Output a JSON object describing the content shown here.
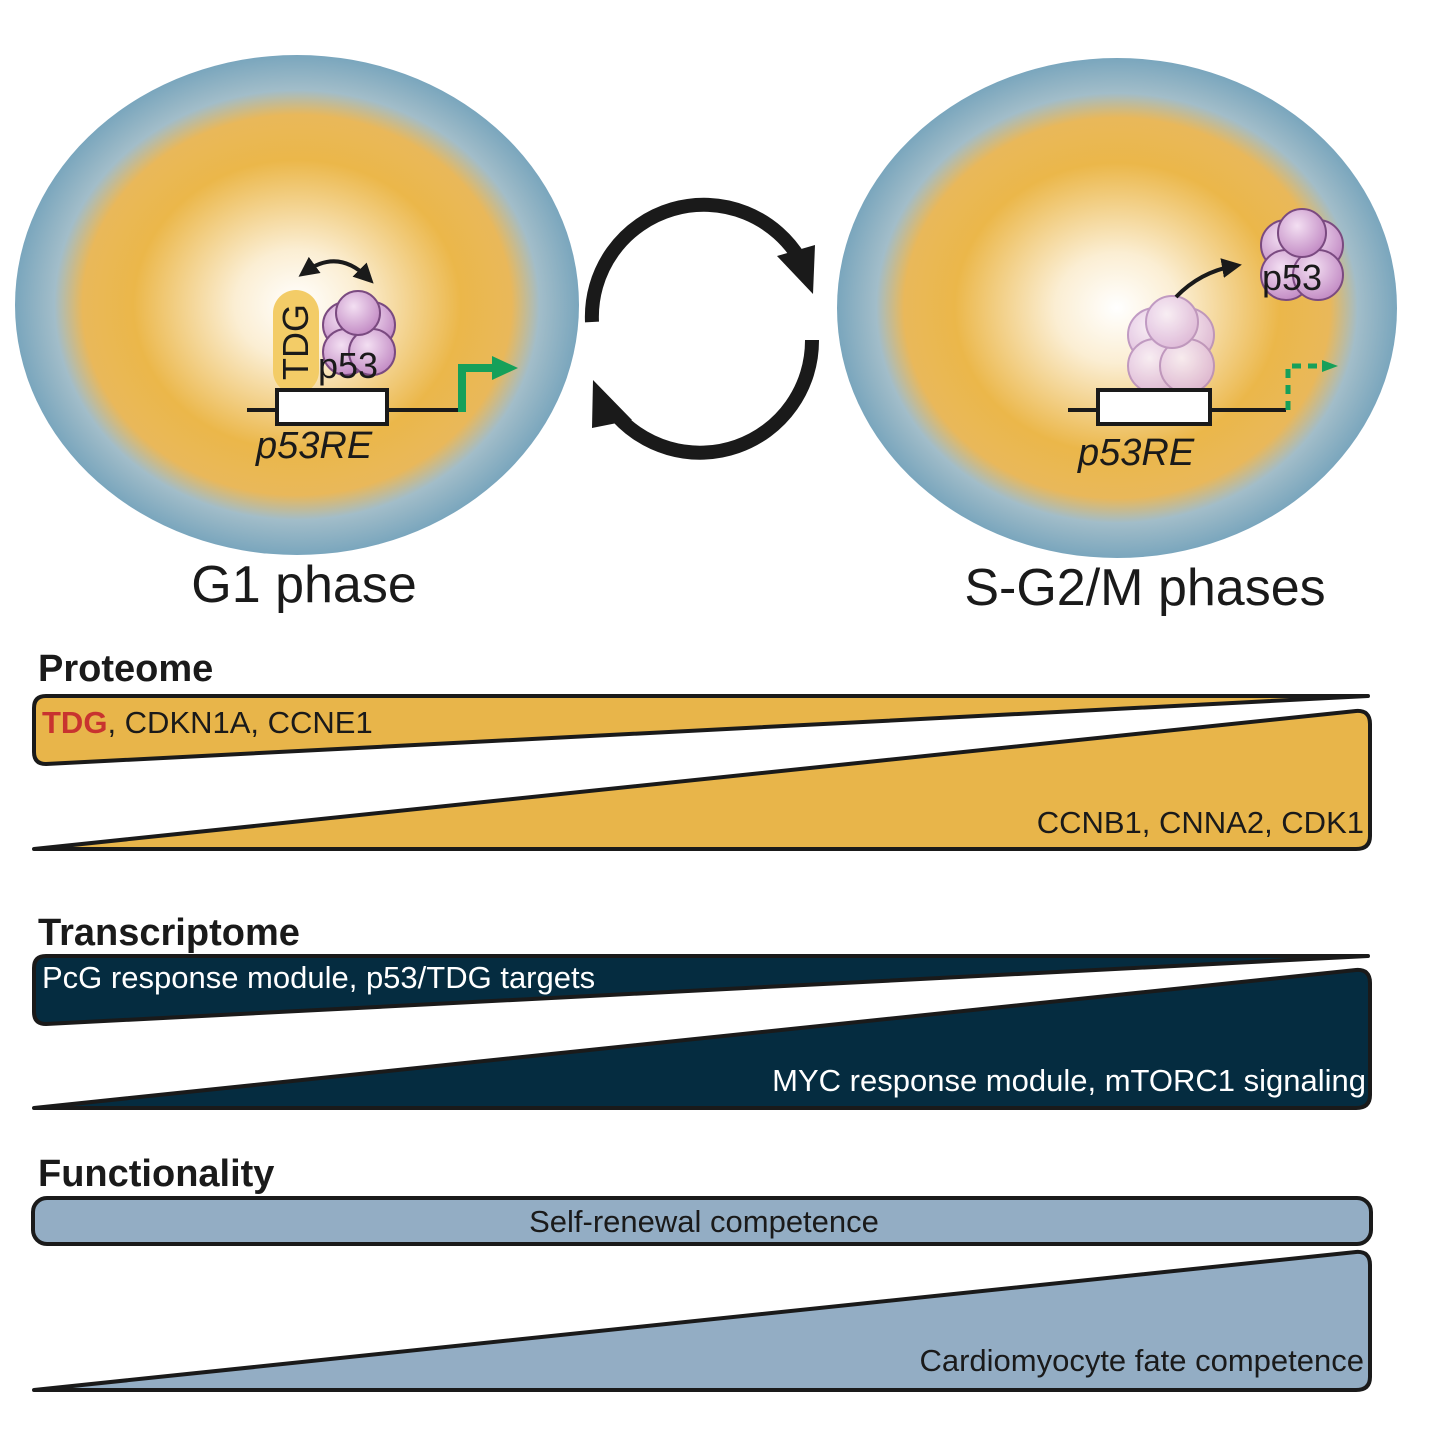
{
  "cells": {
    "g1": {
      "phase_label": "G1 phase",
      "tdg_label": "TDG",
      "p53_label": "p53",
      "element_label": "p53RE"
    },
    "sg2m": {
      "phase_label": "S-G2/M phases",
      "p53_label": "p53",
      "element_label": "p53RE"
    }
  },
  "sections": {
    "proteome": {
      "heading": "Proteome",
      "decreasing_highlight": "TDG",
      "decreasing_rest": ", CDKN1A, CCNE1",
      "increasing_label": "CCNB1, CNNA2, CDK1"
    },
    "transcriptome": {
      "heading": "Transcriptome",
      "decreasing_label": "PcG response module, p53/TDG targets",
      "increasing_label": "MYC response module, mTORC1 signaling"
    },
    "functionality": {
      "heading": "Functionality",
      "constant_label": "Self-renewal competence",
      "increasing_label": "Cardiomyocyte fate competence"
    }
  },
  "colors": {
    "cell_blue": "#7fa9c0",
    "nucleus_orange": "#ebb74a",
    "proteome_fill": "#e8b54a",
    "transcriptome_fill": "#052c40",
    "functionality_fill": "#93adc4",
    "tdg_red": "#c8332f",
    "active_arrow_green": "#16a05a",
    "p53_purple": "#c99ac8"
  }
}
